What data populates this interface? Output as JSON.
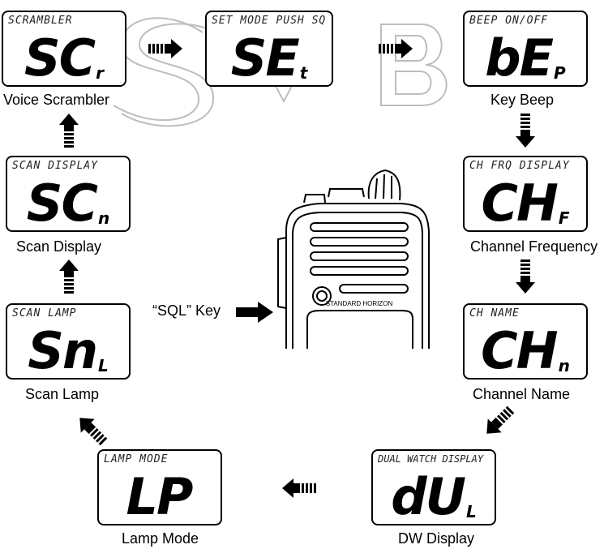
{
  "watermark": "SVB",
  "panels": [
    {
      "id": "voice-scrambler",
      "top": "SCRAMBLER",
      "main": "SC",
      "sub": "r",
      "caption": "Voice Scrambler"
    },
    {
      "id": "set-mode",
      "top": "SET MODE PUSH SQ KEY",
      "main": "SE",
      "sub": "t",
      "caption": ""
    },
    {
      "id": "key-beep",
      "top": "BEEP ON/OFF",
      "main": "bE",
      "sub": "P",
      "caption": "Key Beep"
    },
    {
      "id": "channel-frequency",
      "top": "CH FRQ DISPLAY",
      "main": "CH",
      "sub": "F",
      "caption": "Channel Frequency"
    },
    {
      "id": "channel-name",
      "top": "CH NAME",
      "main": "CH",
      "sub": "n",
      "caption": "Channel Name"
    },
    {
      "id": "dw-display",
      "top": "DUAL WATCH DISPLAY",
      "main": "dU",
      "sub": "L",
      "caption": "DW Display"
    },
    {
      "id": "lamp-mode",
      "top": "LAMP MODE",
      "main": "LP",
      "sub": "",
      "caption": "Lamp Mode"
    },
    {
      "id": "scan-lamp",
      "top": "SCAN LAMP",
      "main": "Sn",
      "sub": "L",
      "caption": "Scan Lamp"
    },
    {
      "id": "scan-display",
      "top": "SCAN DISPLAY",
      "main": "SC",
      "sub": "n",
      "caption": "Scan Display"
    }
  ],
  "sql_key_label": "“SQL” Key",
  "radio_brand": "STANDARD HORIZON"
}
